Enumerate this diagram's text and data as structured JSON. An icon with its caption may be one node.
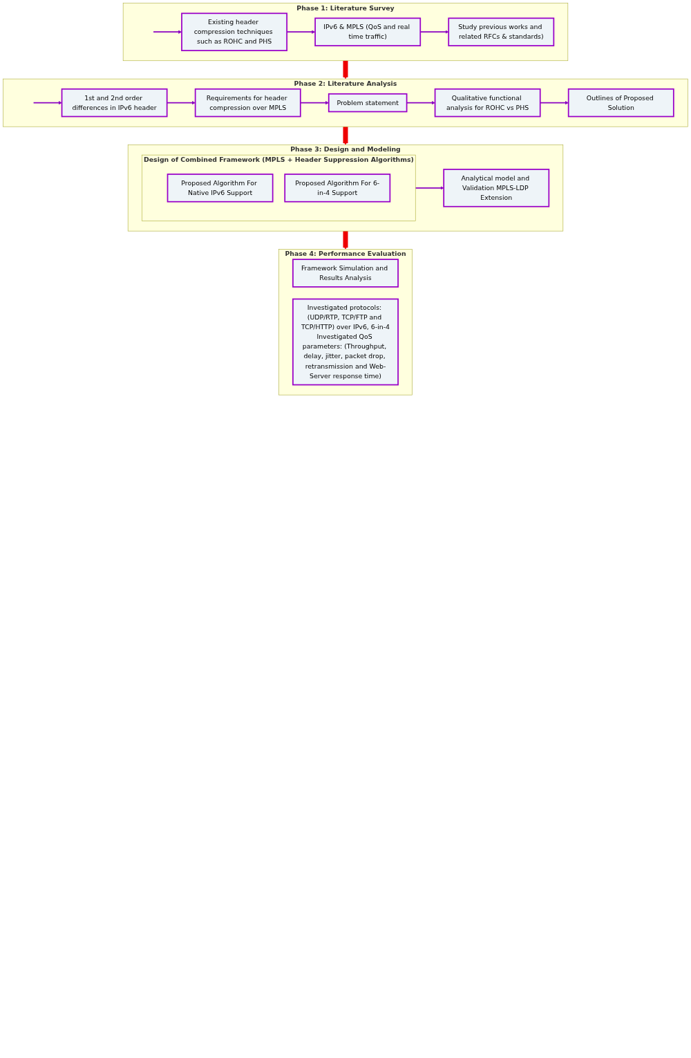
{
  "diagram": {
    "nodes": [
      {
        "text": [
          "Phase 1: Literature Survey"
        ]
      },
      {
        "text": [
          "Existing header compression techniques such as ROHC and PHS"
        ],
        "in": 0
      },
      {
        "text": [
          "IPv6 & MPLS (QoS and real time traffic)"
        ],
        "in": 0
      },
      {
        "text": [
          "Study previous works and related RFCs & standards)"
        ],
        "in": 0
      },
      {
        "text": [
          "Phase 2: Literature Analysis"
        ]
      },
      {
        "text": [
          "1st and 2nd order differences in IPv6 header"
        ],
        "in": 4
      },
      {
        "text": [
          "Requirements for header compression over MPLS"
        ],
        "in": 4
      },
      {
        "text": [
          "Problem statement"
        ],
        "in": 4
      },
      {
        "text": [
          "Qualitative functional analysis for ROHC vs PHS"
        ],
        "in": 4
      },
      {
        "text": [
          "Outlines of Proposed Solution"
        ],
        "in": 4
      },
      {
        "text": [
          "Phase 3: Design and Modeling"
        ]
      },
      {
        "text": [
          "Design of Combined Framework (MPLS + Header Suppression Algorithms)"
        ],
        "in": 10
      },
      {
        "text": [
          "Proposed Algorithm For Native IPv6 Support"
        ],
        "in": 11
      },
      {
        "text": [
          "Proposed Algorithm For 6-in-4 Support"
        ],
        "in": 11
      },
      {
        "text": [
          "Analytical model and Validation MPLS-LDP Extension"
        ],
        "in": 10
      },
      {
        "text": [
          "Phase 4: Performance Evaluation"
        ]
      },
      {
        "text": [
          "Framework Simulation and Results Analysis"
        ],
        "in": 15
      },
      {
        "text": [
          "Investigated protocols: (UDP/RTP, TCP/FTP and TCP/HTTP) over IPv6, 6-in-4",
          "Investigated QoS parameters: (Throughput, delay, jitter, packet drop, retransmission and Web-Server response time)"
        ],
        "in": 15
      }
    ],
    "edges": [
      {
        "from": null,
        "to": 1,
        "arrow": "to"
      },
      {
        "from": 1,
        "to": 2,
        "arrow": "to"
      },
      {
        "from": 2,
        "to": 3,
        "arrow": "to"
      },
      {
        "from": 0,
        "to": 4,
        "arrow": "to",
        "style": "thick",
        "color": "#ee0000"
      },
      {
        "from": null,
        "to": 5,
        "arrow": "to"
      },
      {
        "from": 5,
        "to": 6,
        "arrow": "to"
      },
      {
        "from": 6,
        "to": 7,
        "arrow": "to"
      },
      {
        "from": 7,
        "to": 8,
        "arrow": "to"
      },
      {
        "from": 8,
        "to": 9,
        "arrow": "to"
      },
      {
        "from": 4,
        "to": 10,
        "arrow": "to",
        "style": "thick",
        "color": "#ee0000"
      },
      {
        "from": 11,
        "to": 14,
        "arrow": "to"
      },
      {
        "from": 10,
        "to": 15,
        "arrow": "to",
        "style": "thick",
        "color": "#ee0000"
      }
    ]
  }
}
